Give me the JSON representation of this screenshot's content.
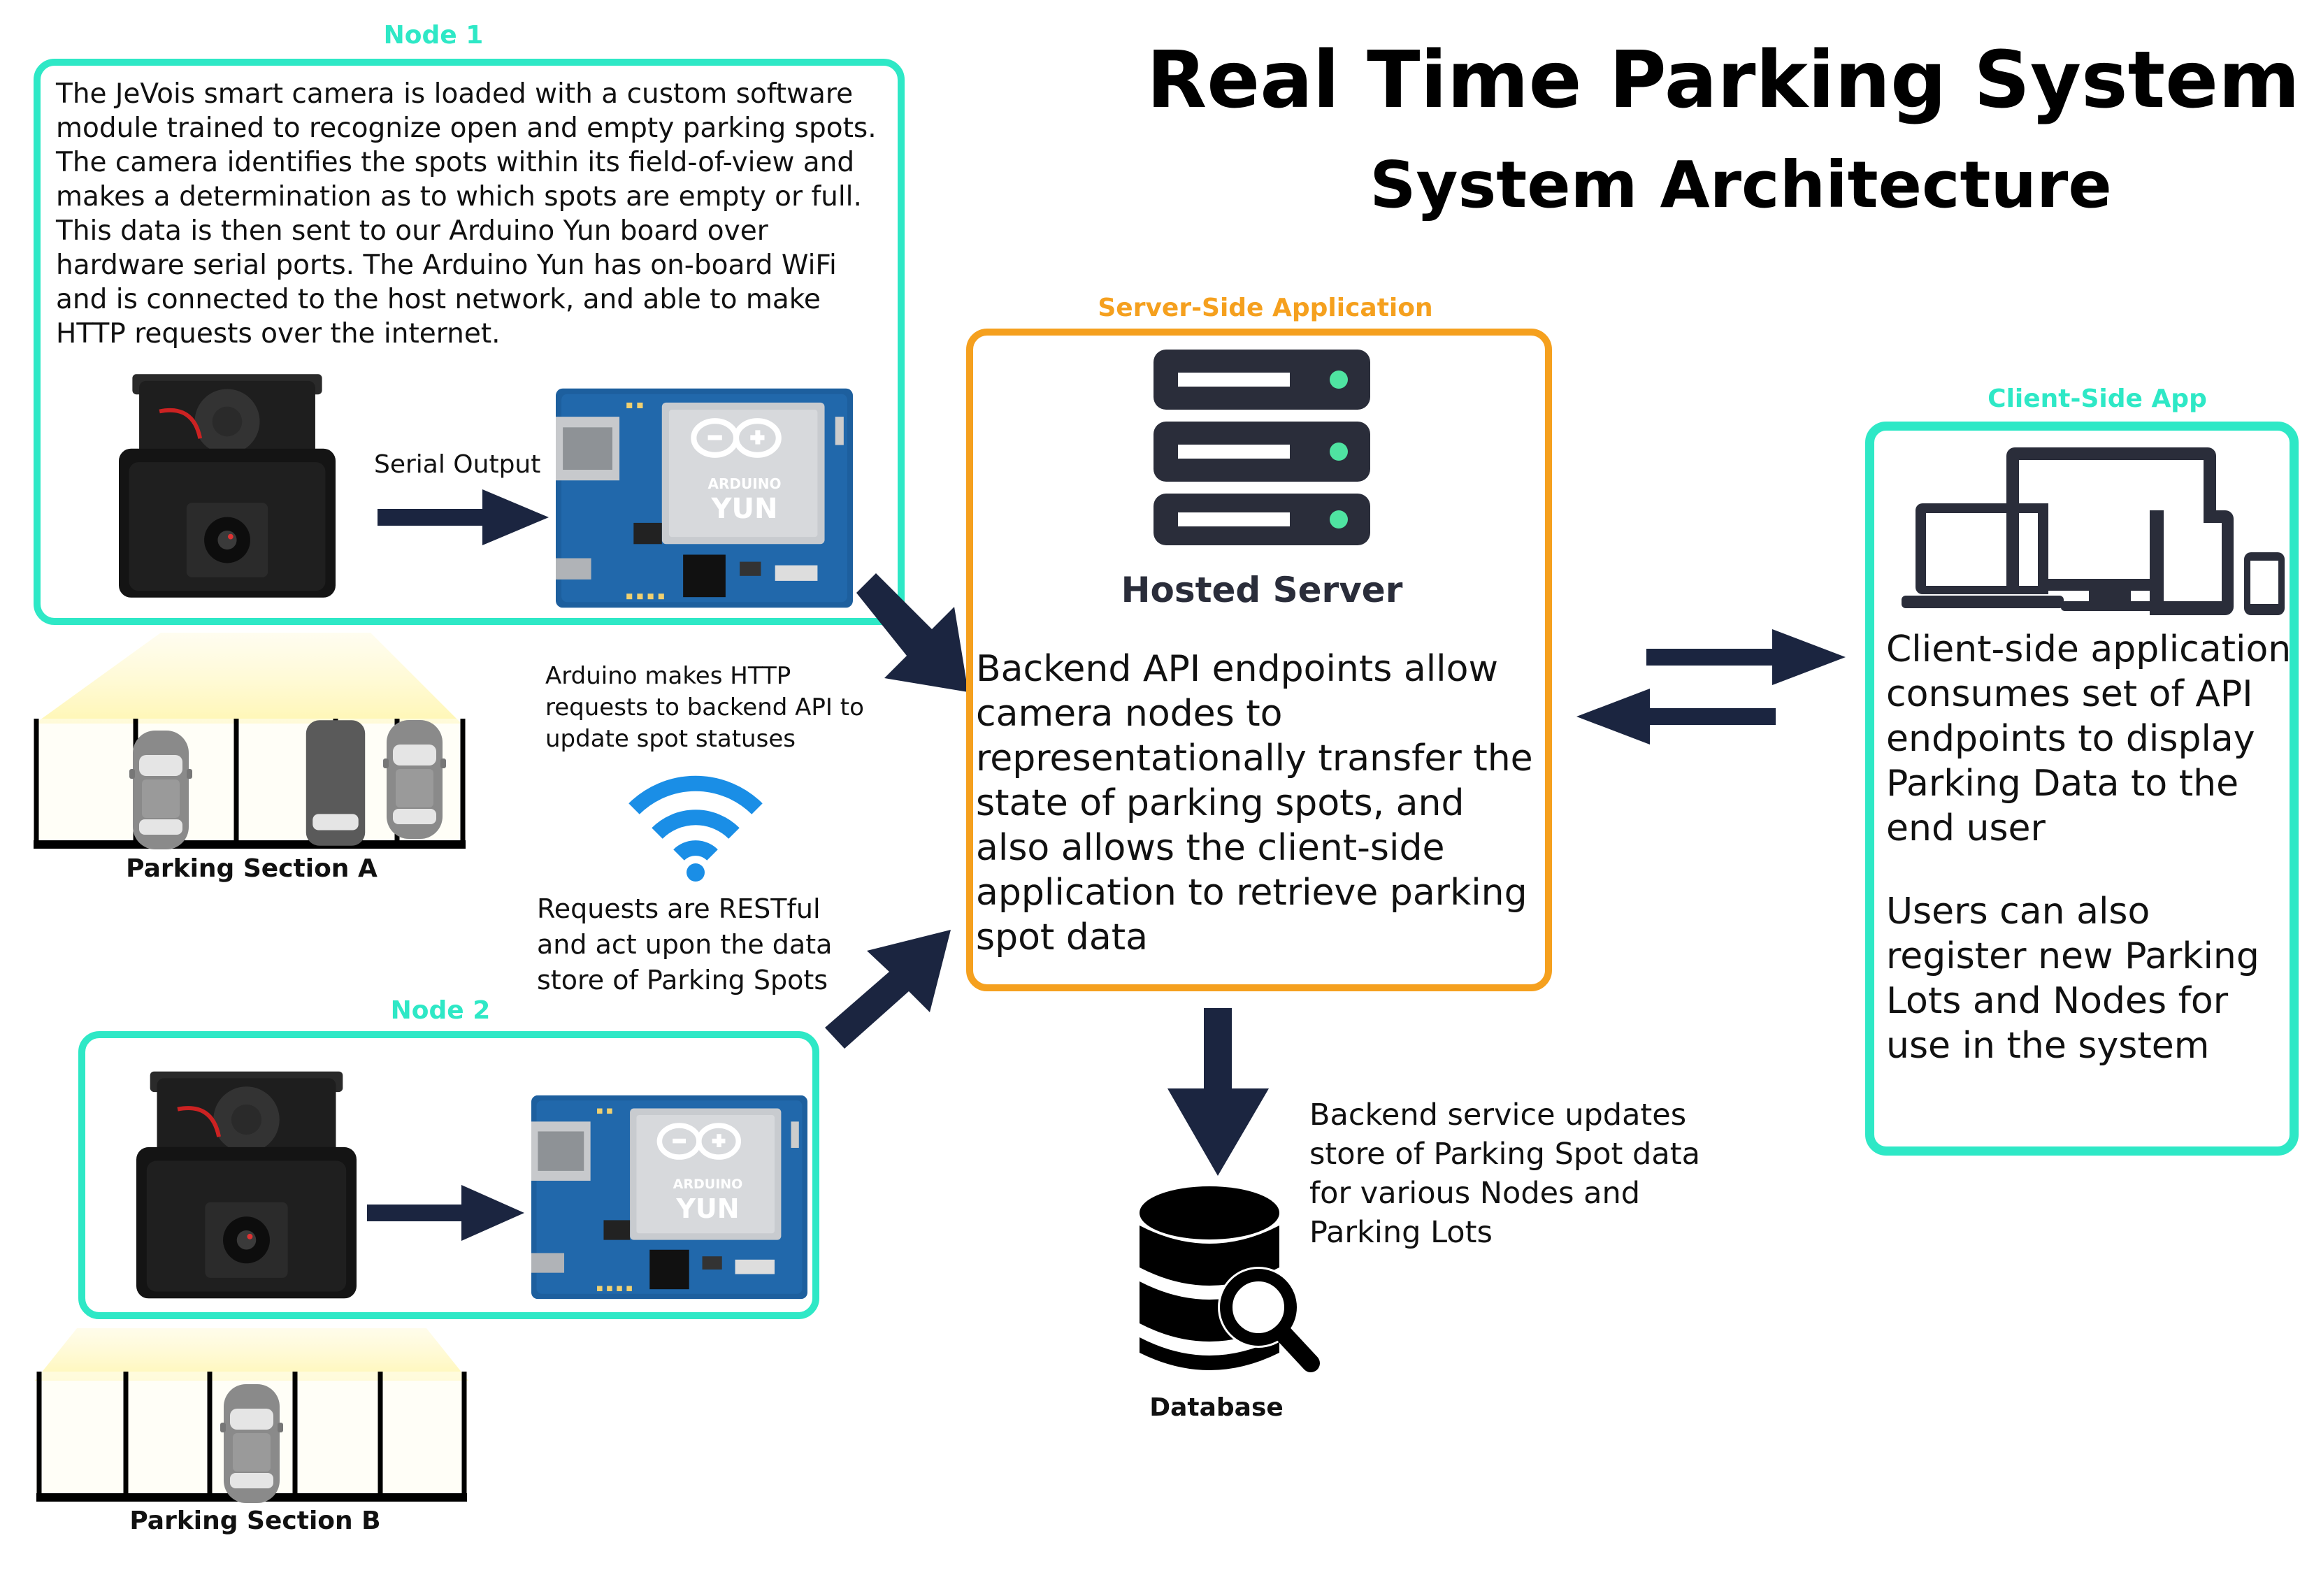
{
  "header": {
    "title": "Real Time Parking System",
    "subtitle": "System Architecture"
  },
  "node1": {
    "label": "Node 1",
    "description": "The JeVois smart camera is loaded with a custom software module trained to recognize open and empty parking spots. The camera identifies the spots within its field-of-view and makes a determination as to which spots are empty or full. This data is then sent to our Arduino Yun board over hardware serial ports. The Arduino Yun has on-board WiFi and is connected to the host network, and able to make HTTP requests over the internet.",
    "serial_label": "Serial Output",
    "board_brand": "ARDUINO",
    "board_model": "YUN"
  },
  "node2": {
    "label": "Node 2",
    "board_brand": "ARDUINO",
    "board_model": "YUN"
  },
  "parking_a": {
    "label": "Parking Section A"
  },
  "parking_b": {
    "label": "Parking Section B"
  },
  "http_note": "Arduino makes HTTP requests to backend API to update spot statuses",
  "rest_note": "Requests are RESTful and act upon the data store of Parking Spots",
  "server": {
    "label": "Server-Side Application",
    "caption": "Hosted Server",
    "description": "Backend API endpoints allow camera nodes to representationally transfer the state of parking spots, and also allows the client-side application to retrieve parking spot data"
  },
  "database": {
    "label": "Database",
    "note": "Backend service updates store of Parking Spot data for various Nodes and Parking Lots"
  },
  "client": {
    "label": "Client-Side App",
    "description": "Client-side application consumes set of API endpoints to display Parking Data to the end user",
    "description2": "Users can also register new Parking Lots and Nodes for use in the system"
  },
  "colors": {
    "teal": "#2ee8c6",
    "orange": "#f5a01e",
    "navy": "#1b2540",
    "wifi_blue": "#1a8ee6",
    "board_blue": "#1d5f9e"
  },
  "icons": [
    "camera-icon",
    "arduino-board-icon",
    "server-icon",
    "database-search-icon",
    "wifi-icon",
    "devices-icon",
    "car-icon",
    "arrow-icon"
  ]
}
